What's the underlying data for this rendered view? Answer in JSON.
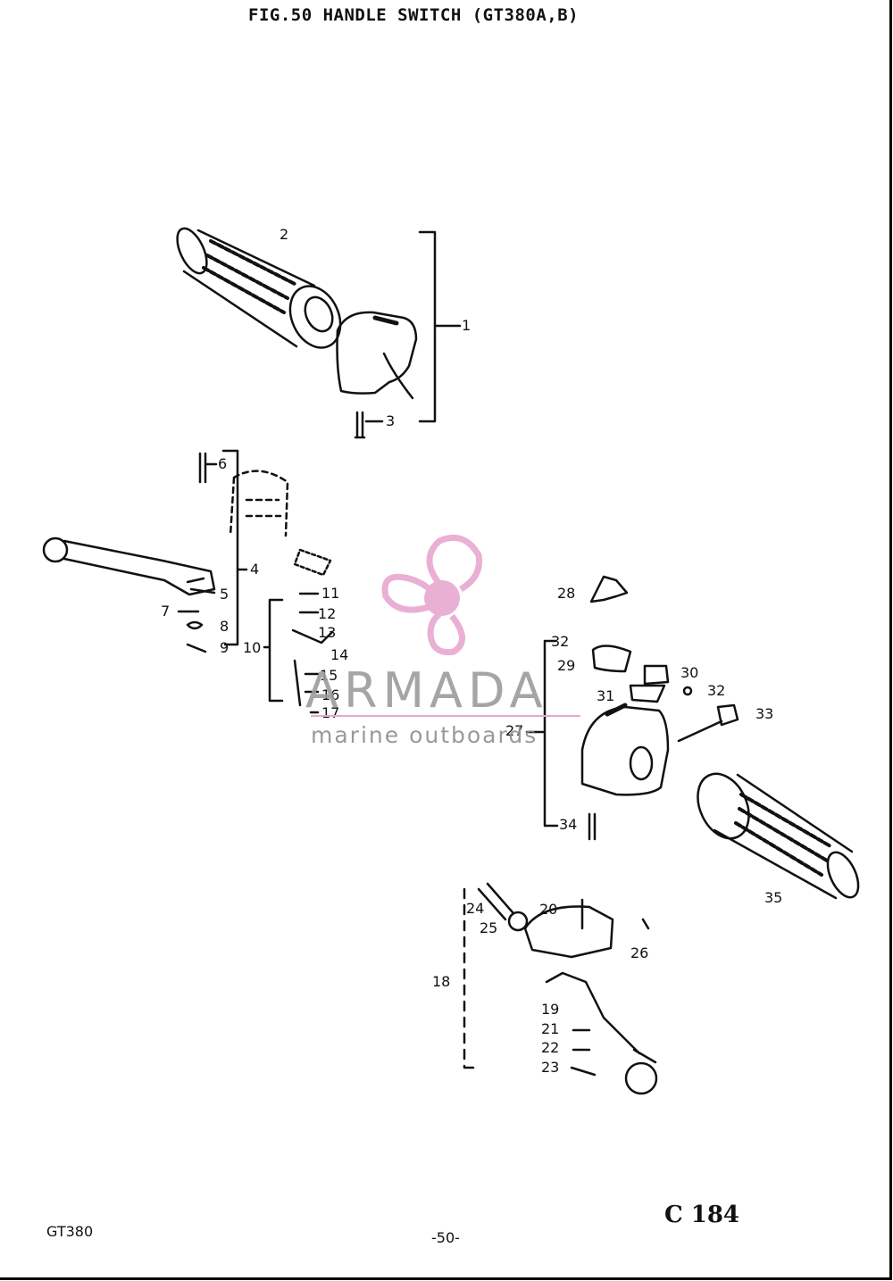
{
  "header": {
    "title": "FIG.50  HANDLE SWITCH (GT380A,B)"
  },
  "callouts": {
    "c1": "1",
    "c2": "2",
    "c3": "3",
    "c4": "4",
    "c5": "5",
    "c6": "6",
    "c7": "7",
    "c8": "8",
    "c9": "9",
    "c10": "10",
    "c11": "11",
    "c12": "12",
    "c13": "13",
    "c14": "14",
    "c15": "15",
    "c16": "16",
    "c17": "17",
    "c18": "18",
    "c19": "19",
    "c20": "20",
    "c21": "21",
    "c22": "22",
    "c23": "23",
    "c24": "24",
    "c25": "25",
    "c26": "26",
    "c27": "27",
    "c28": "28",
    "c29": "29",
    "c30": "30",
    "c31": "31",
    "c32a": "32",
    "c32b": "32",
    "c33": "33",
    "c34": "34",
    "c35": "35"
  },
  "watermark": {
    "brand": "ARMADA",
    "tagline": "marine outboards",
    "logo_icon": "propeller-logo-icon",
    "logo_color": "#e7a8d0"
  },
  "footer": {
    "model": "GT380",
    "page_number": "-50-",
    "sheet_code": "C 184"
  }
}
